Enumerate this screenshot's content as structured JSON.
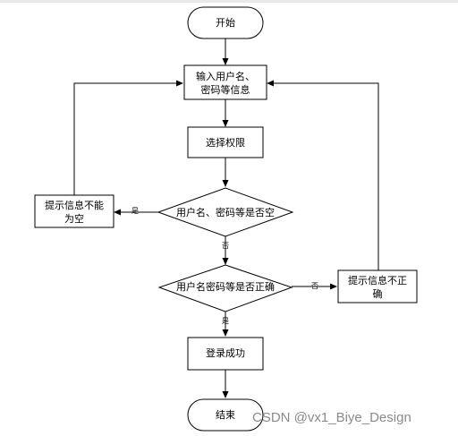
{
  "flowchart": {
    "start_label": "开始",
    "input_line1": "输入用户名、",
    "input_line2": "密码等信息",
    "select_role": "选择权限",
    "check_empty": "用户名、密码等是否空",
    "empty_msg_line1": "提示信息不能",
    "empty_msg_line2": "为空",
    "check_correct": "用户名密码等是否正确",
    "wrong_msg_line1": "提示信息不正",
    "wrong_msg_line2": "确",
    "login_success": "登录成功",
    "end_label": "结束",
    "edge_yes_1": "是",
    "edge_no_1": "否",
    "edge_no_2": "否",
    "edge_yes_2": "是"
  },
  "watermark": "CSDN @vx1_Biye_Design"
}
